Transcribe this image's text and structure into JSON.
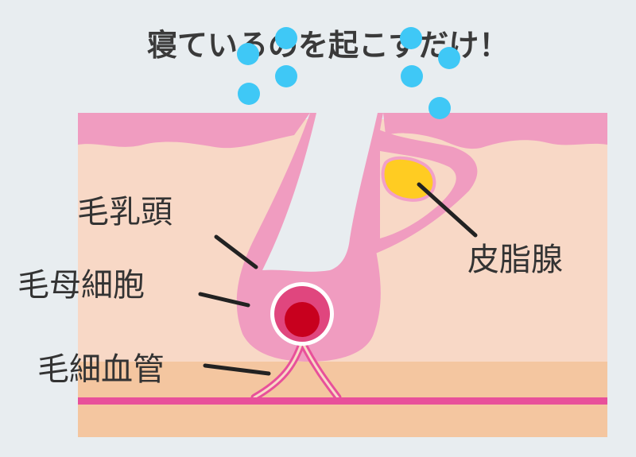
{
  "title": "寝ているのを起こすだけ！",
  "labels": {
    "dermal_papilla": "毛乳頭",
    "hair_matrix_cell": "毛母細胞",
    "capillary": "毛細血管",
    "sebaceous_gland": "皮脂腺"
  },
  "colors": {
    "background": "#e8edf0",
    "skin_light": "#f8d8c6",
    "skin_pink": "#f09cc0",
    "fat_layer": "#f4c6a0",
    "vessel": "#e8509a",
    "bulb_ring": "#ffffff",
    "bulb_inner": "#e0467e",
    "core_red": "#c8001e",
    "sebum": "#ffcc22",
    "bubble": "#3fc8f6",
    "text": "#333333"
  }
}
